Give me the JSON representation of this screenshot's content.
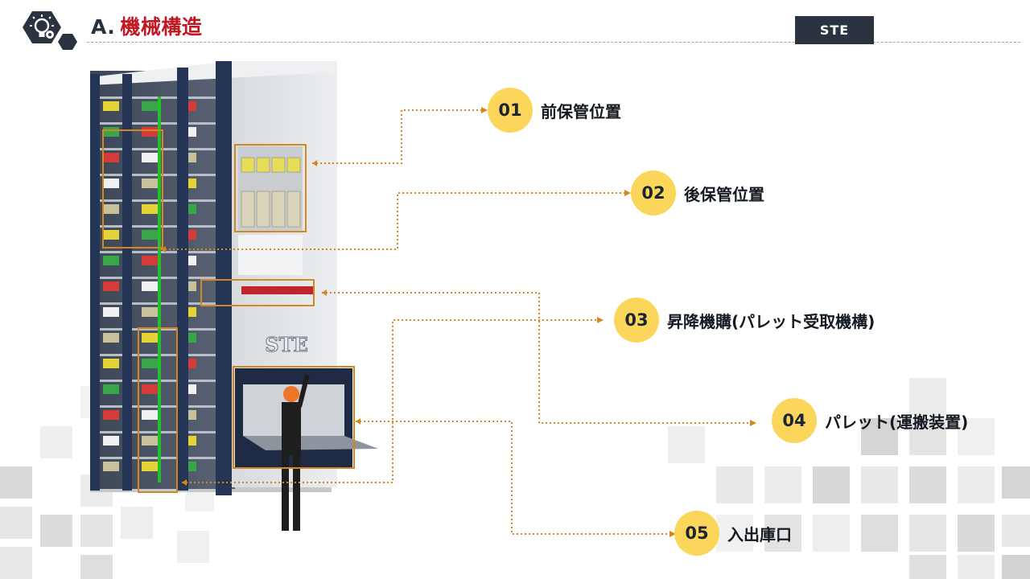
{
  "header": {
    "section": "A.",
    "title": "機械構造",
    "brand": "STE",
    "logo_icon": "lightbulb-gear-icon"
  },
  "machine": {
    "emblem": "STE",
    "frame_color": "#243555",
    "panel_color": "#e3e5e8",
    "rail_color": "#22c02a",
    "highlight_color": "#d4861f"
  },
  "callouts": [
    {
      "number": "01",
      "label": "前保管位置"
    },
    {
      "number": "02",
      "label": "後保管位置"
    },
    {
      "number": "03",
      "label": "昇降機購(パレット受取機構)"
    },
    {
      "number": "04",
      "label": "パレット(運搬装置)"
    },
    {
      "number": "05",
      "label": "入出庫口"
    }
  ],
  "colors": {
    "accent": "#c01722",
    "badge": "#fbd65b",
    "leader": "#d4861f",
    "dark": "#2a333f"
  }
}
